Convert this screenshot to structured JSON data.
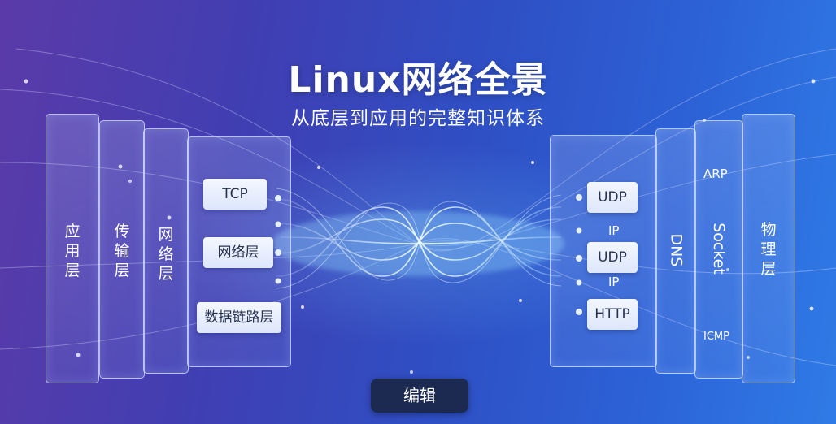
{
  "header": {
    "title": "Linux网络全景",
    "subtitle": "从底层到应用的完整知识体系"
  },
  "left_layers": [
    {
      "label": "应用层"
    },
    {
      "label": "传输层"
    },
    {
      "label": "网络层"
    }
  ],
  "left_stack": {
    "tags": [
      "TCP",
      "网络层",
      "数据链路层"
    ]
  },
  "right_stack": {
    "tags": [
      "UDP",
      "IP",
      "UDP",
      "IP",
      "HTTP"
    ]
  },
  "right_layers": {
    "dns": "DNS",
    "socket": "Socket",
    "arp": "ARP",
    "icmp": "ICMP",
    "physical": "物理层"
  },
  "actions": {
    "edit_label": "编辑"
  },
  "colors": {
    "bg_left": "#5b3aa8",
    "bg_right": "#2f7be6",
    "glow": "#9fdcff",
    "button": "#1c2a52"
  }
}
